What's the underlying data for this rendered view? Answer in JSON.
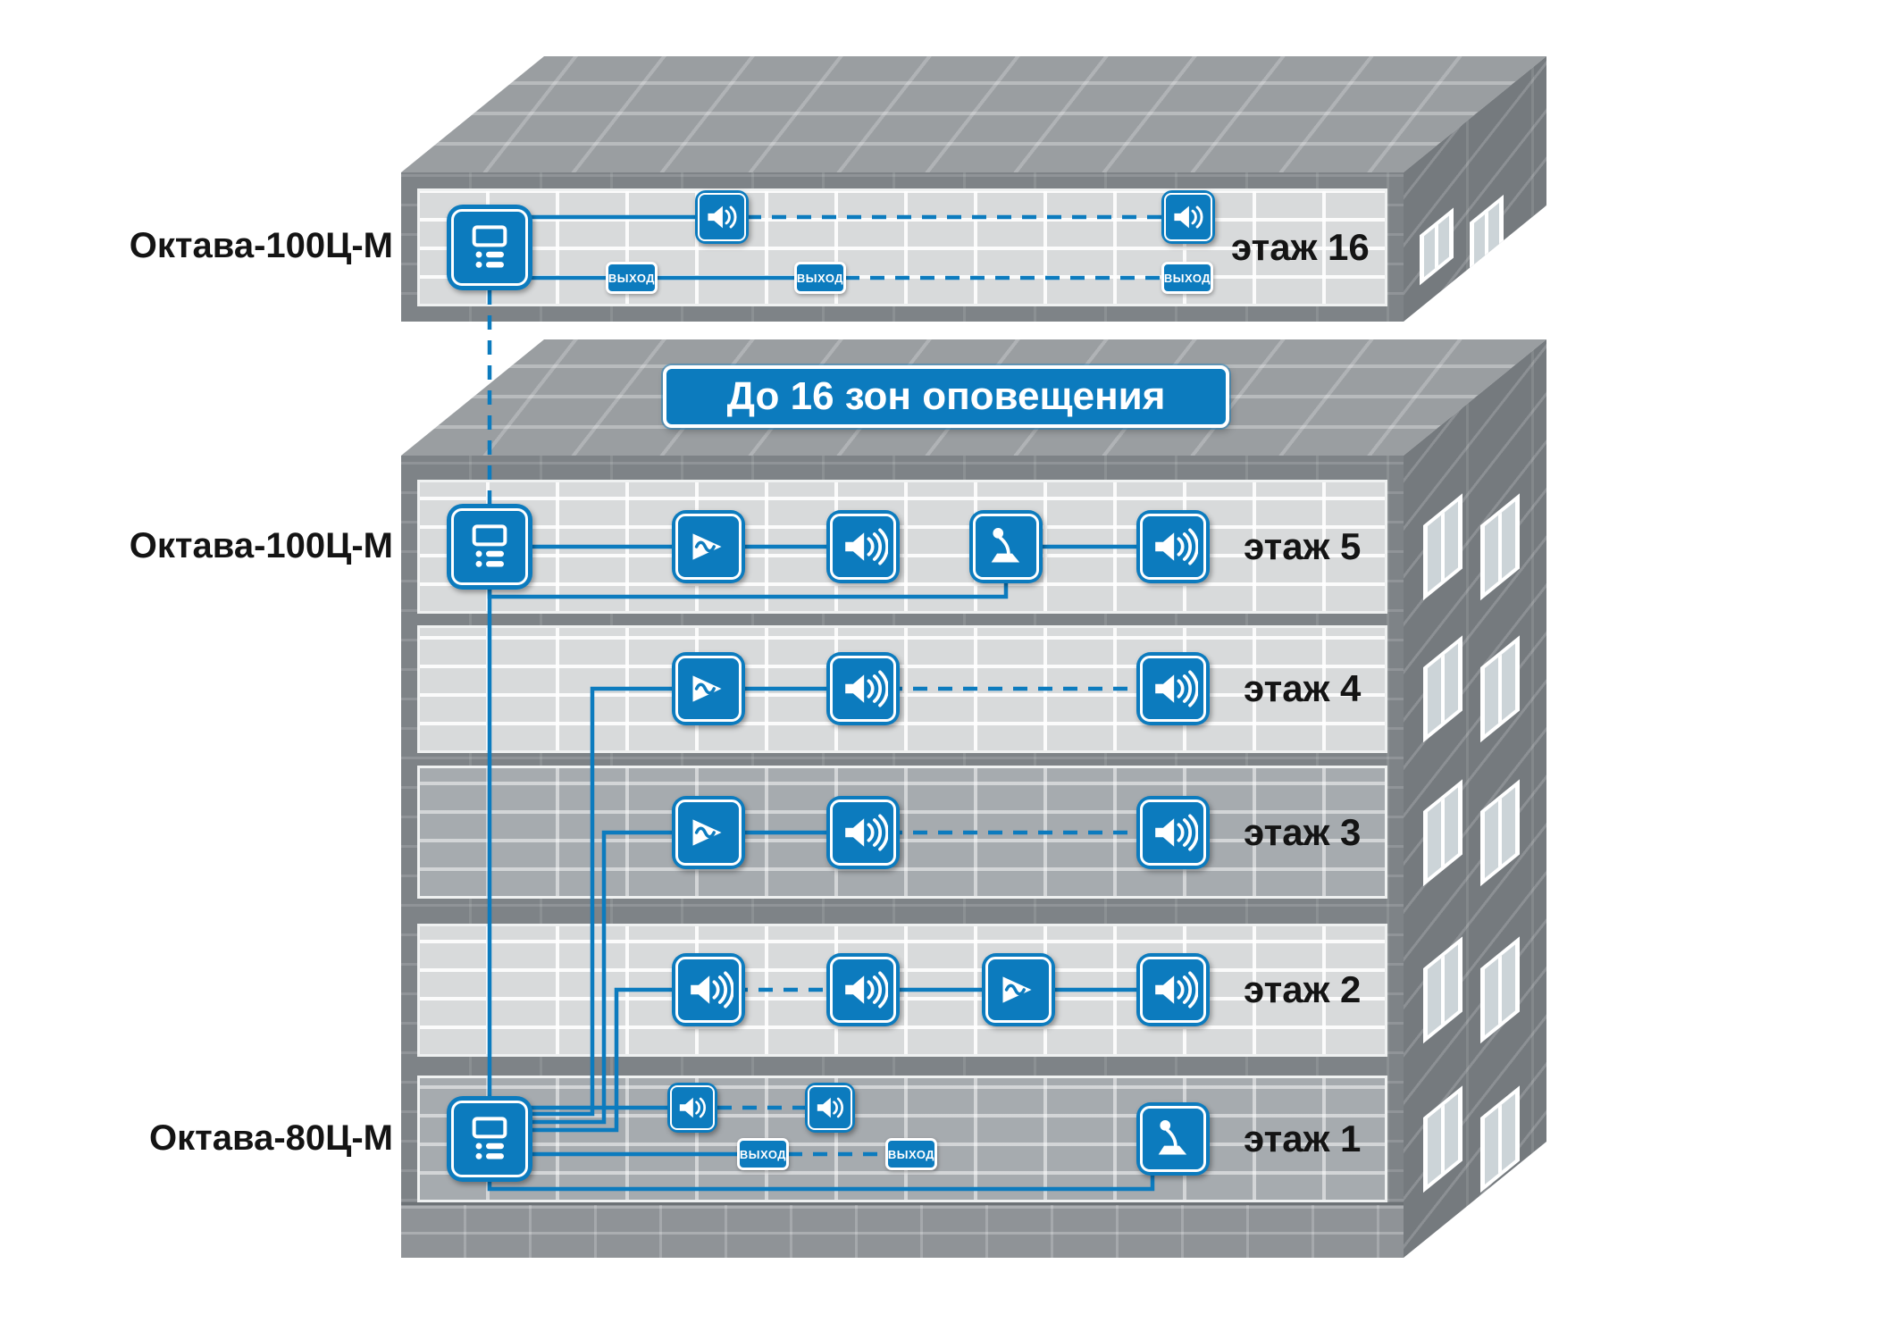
{
  "colors": {
    "accent_blue": "#0c7bbe",
    "wire_blue": "#0c7bbe",
    "facade_dark": "#7e8387",
    "strip_light": "#d8dadb",
    "strip_medium": "#a6abaf",
    "roof_grey": "#9a9ea1",
    "side_grey": "#757a7e"
  },
  "banner": {
    "text": "До 16 зон оповещения"
  },
  "top_building": {
    "unit_label": "Октава-100Ц-М",
    "floor_label": "этаж 16",
    "exit_signs": [
      "ВЫХОД",
      "ВЫХОД",
      "ВЫХОД"
    ]
  },
  "main_building": {
    "floor5": {
      "unit_label": "Октава-100Ц-М",
      "floor_label": "этаж 5"
    },
    "floor4": {
      "floor_label": "этаж 4"
    },
    "floor3": {
      "floor_label": "этаж 3"
    },
    "floor2": {
      "floor_label": "этаж 2"
    },
    "floor1": {
      "unit_label": "Октава-80Ц-М",
      "floor_label": "этаж 1",
      "exit_signs": [
        "ВЫХОД",
        "ВЫХОД"
      ]
    }
  },
  "icons": {
    "panel": "control-panel-icon",
    "speaker": "speaker-icon",
    "amplifier": "amplifier-icon",
    "microphone": "microphone-icon",
    "exit": "exit-sign-icon"
  }
}
